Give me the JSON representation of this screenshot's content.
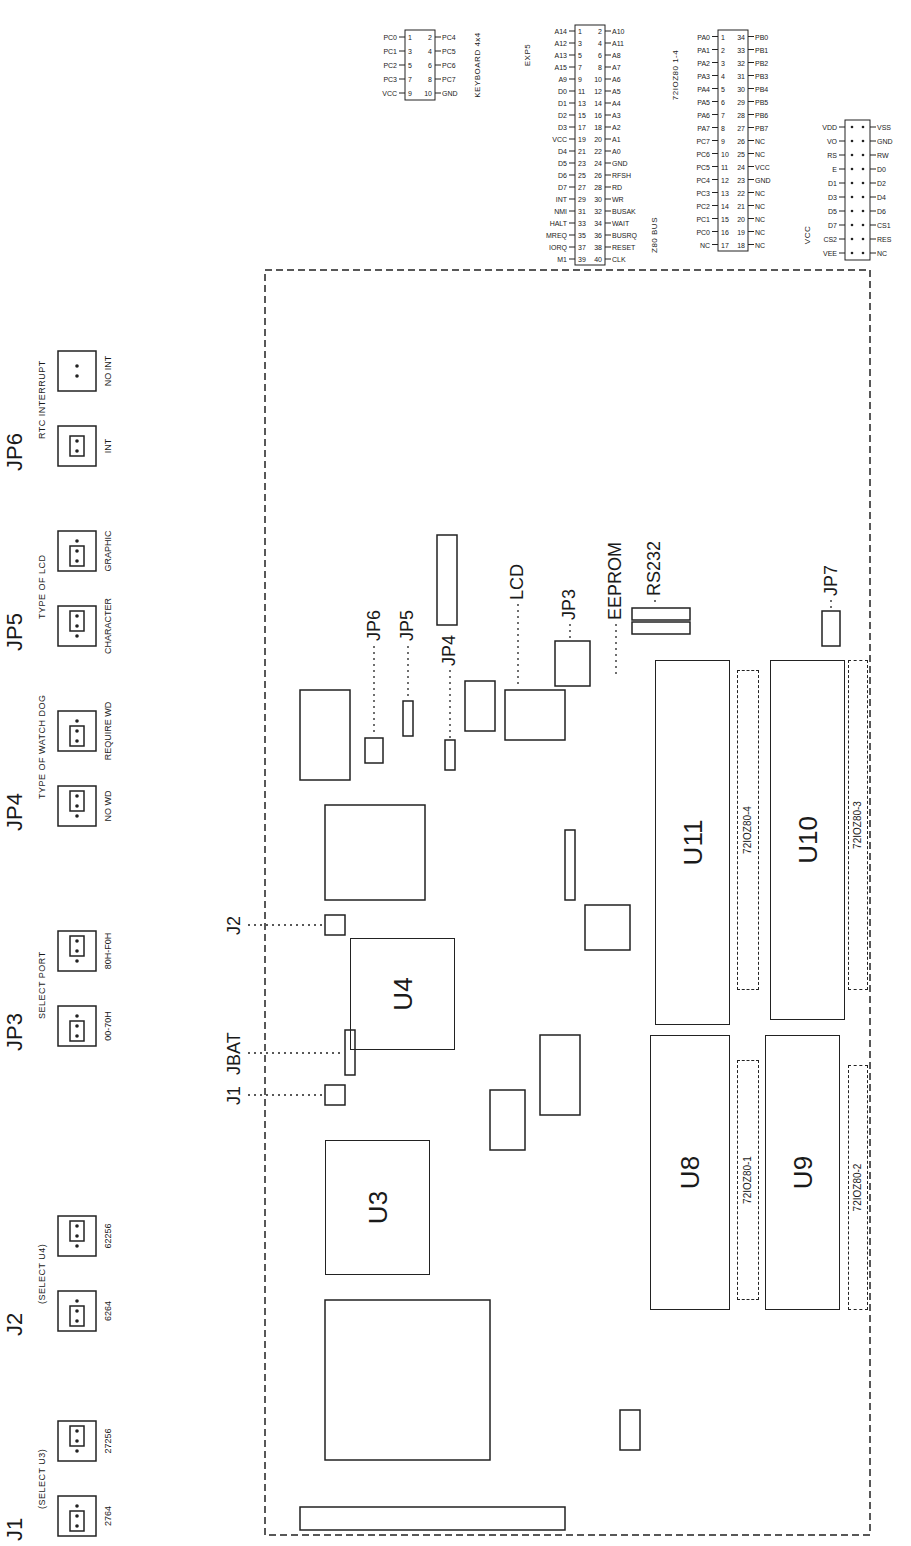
{
  "diagram": {
    "nodes": [
      {
        "text": [
          "U3"
        ]
      },
      {
        "text": [
          "U4"
        ]
      },
      {
        "text": [
          "U8"
        ]
      },
      {
        "text": [
          "72IOZ80-1"
        ]
      },
      {
        "text": [
          "U9"
        ]
      },
      {
        "text": [
          "72IOZ80-2"
        ]
      },
      {
        "text": [
          "U11"
        ]
      },
      {
        "text": [
          "72IOZ80-4"
        ]
      },
      {
        "text": [
          "U10"
        ]
      },
      {
        "text": [
          "72IOZ80-3"
        ]
      }
    ],
    "labels": [
      "J1",
      "(SELECT U3)",
      "2764",
      "27256",
      "J2",
      "(SELECT U4)",
      "6264",
      "62256",
      "JP3",
      "SELECT PORT",
      "00-70H",
      "80H-F0H",
      "JP4",
      "TYPE OF WATCH DOG",
      "NO WD",
      "REQUIRE WD",
      "JP5",
      "TYPE OF LCD",
      "CHARACTER",
      "GRAPHIC",
      "JP6",
      "RTC INTERRUPT",
      "INT",
      "NO INT",
      "J1",
      "JBAT",
      "J2",
      "JP6",
      "JP5",
      "JP4",
      "LCD",
      "JP3",
      "EEPROM",
      "RS232",
      "JP7",
      "KEYBOARD 4x4",
      "PC0",
      "1",
      "2",
      "PC4",
      "PC1",
      "3",
      "4",
      "PC5",
      "PC2",
      "5",
      "6",
      "PC6",
      "PC3",
      "7",
      "8",
      "PC7",
      "VCC",
      "9",
      "10",
      "GND",
      "EXP5",
      "Z80 BUS",
      "A14",
      "1",
      "2",
      "A10",
      "A12",
      "3",
      "4",
      "A11",
      "A13",
      "5",
      "6",
      "A8",
      "A15",
      "7",
      "8",
      "A7",
      "A9",
      "9",
      "10",
      "A6",
      "D0",
      "11",
      "12",
      "A5",
      "D1",
      "13",
      "14",
      "A4",
      "D2",
      "15",
      "16",
      "A3",
      "D3",
      "17",
      "18",
      "A2",
      "VCC",
      "19",
      "20",
      "A1",
      "D4",
      "21",
      "22",
      "A0",
      "D5",
      "23",
      "24",
      "GND",
      "D6",
      "25",
      "26",
      "RFSH",
      "D7",
      "27",
      "28",
      "RD",
      "INT",
      "29",
      "30",
      "WR",
      "NMI",
      "31",
      "32",
      "BUSAK",
      "HALT",
      "33",
      "34",
      "WAIT",
      "MREQ",
      "35",
      "36",
      "BUSRQ",
      "IORQ",
      "37",
      "38",
      "RESET",
      "M1",
      "39",
      "40",
      "CLK",
      "72IOZ80 1-4",
      "PA0",
      "1",
      "34",
      "PB0",
      "PA1",
      "2",
      "33",
      "PB1",
      "PA2",
      "3",
      "32",
      "PB2",
      "PA3",
      "4",
      "31",
      "PB3",
      "PA4",
      "5",
      "30",
      "PB4",
      "PA5",
      "6",
      "29",
      "PB5",
      "PA6",
      "7",
      "28",
      "PB6",
      "PA7",
      "8",
      "27",
      "PB7",
      "PC7",
      "9",
      "26",
      "NC",
      "PC6",
      "10",
      "25",
      "NC",
      "PC5",
      "11",
      "24",
      "VCC",
      "PC4",
      "12",
      "23",
      "GND",
      "PC3",
      "13",
      "22",
      "NC",
      "PC2",
      "14",
      "21",
      "NC",
      "PC1",
      "15",
      "20",
      "NC",
      "PC0",
      "16",
      "19",
      "NC",
      "NC",
      "17",
      "18",
      "NC",
      "VCC",
      "VDD",
      "VSS",
      "VO",
      "GND",
      "RS",
      "RW",
      "E",
      "D0",
      "D1",
      "D2",
      "D3",
      "D4",
      "D5",
      "D6",
      "D7",
      "CS1",
      "CS2",
      "RES",
      "VEE",
      "NC"
    ]
  }
}
